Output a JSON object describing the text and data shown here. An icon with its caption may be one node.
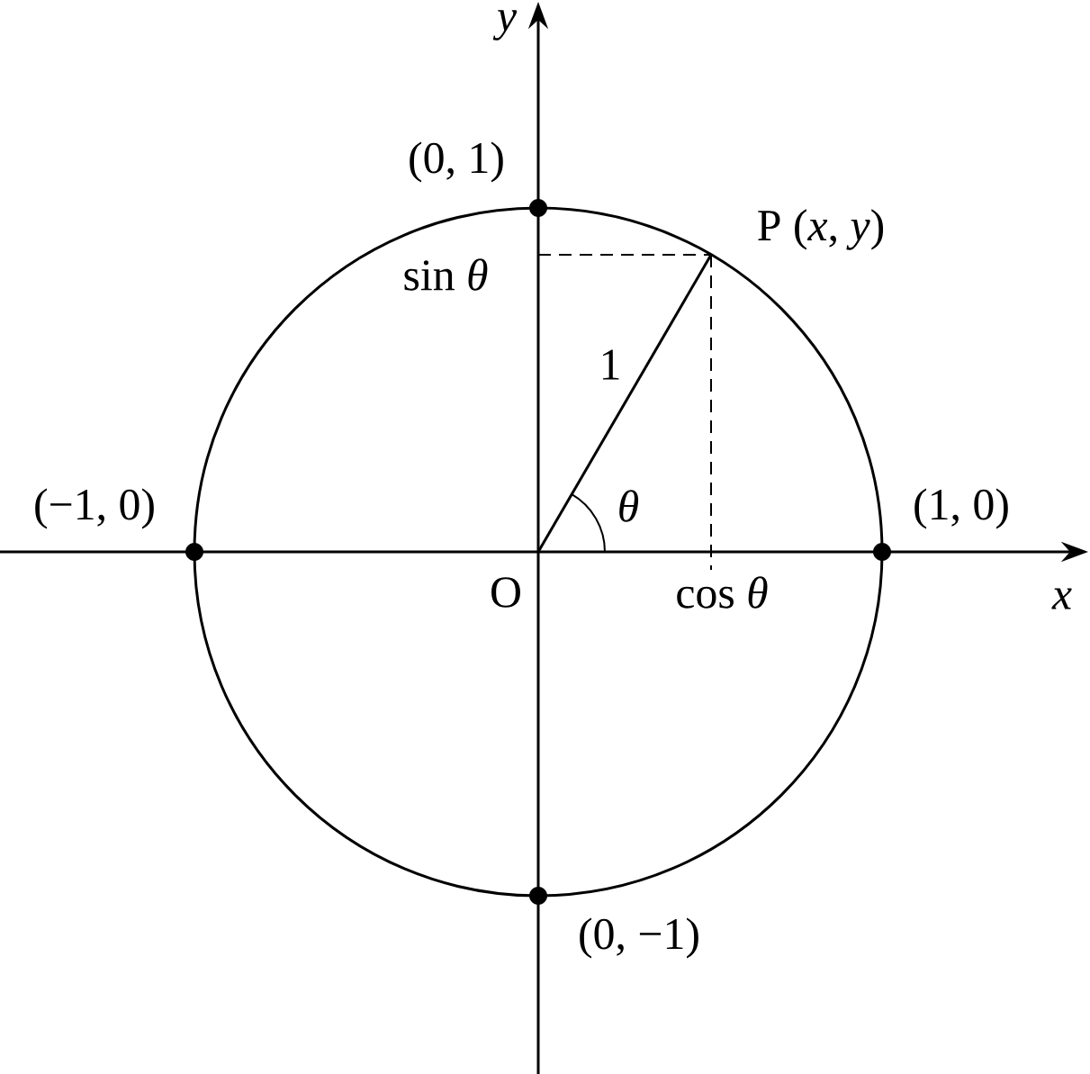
{
  "diagram": {
    "labels": [
      "y",
      "(0, 1)",
      "P (*x*, *y*)",
      "sin *θ*",
      "1",
      "θ",
      "(−1, 0)",
      "(1, 0)",
      "O",
      "cos *θ*",
      "x",
      "(0, −1)"
    ]
  }
}
